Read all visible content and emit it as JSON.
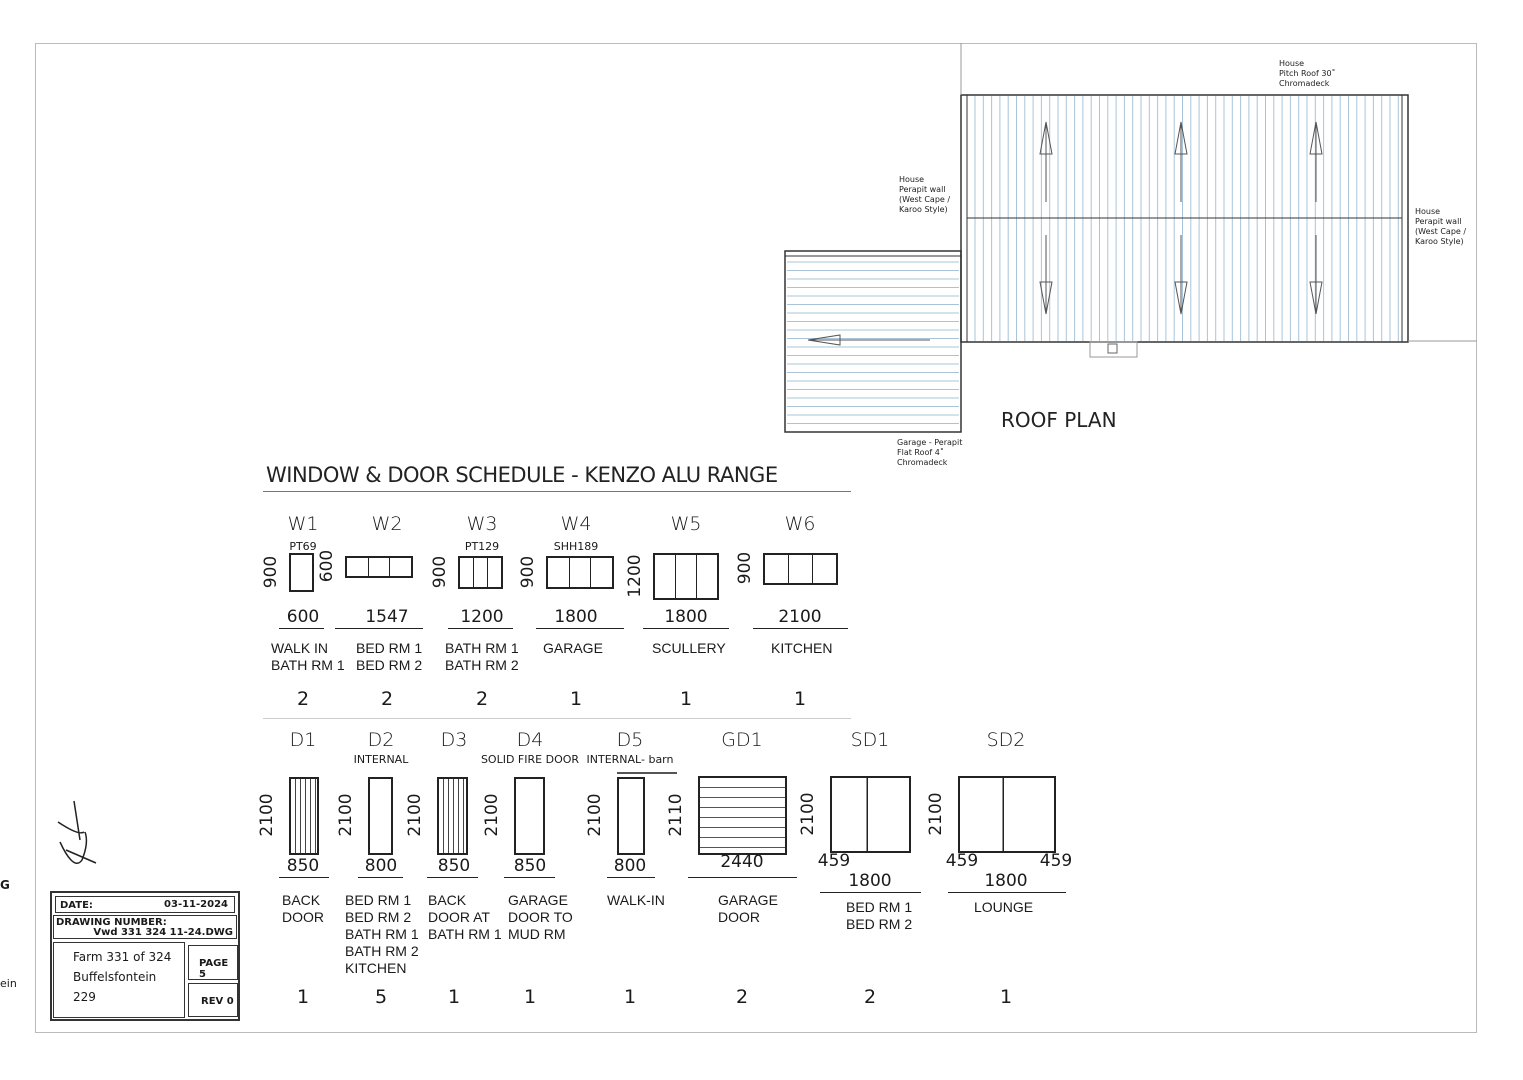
{
  "roof_plan": {
    "title": "ROOF PLAN",
    "notes": {
      "house_pitch": "House\nPitch Roof 30˚\nChromadeck",
      "parapet_left": "House\nPerapit wall\n(West Cape /\nKaroo Style)",
      "parapet_right": "House\nPerapit wall\n(West Cape /\nKaroo Style)",
      "garage": "Garage - Perapit\nFlat Roof 4˚\nChromadeck"
    }
  },
  "schedule": {
    "title": "WINDOW & DOOR SCHEDULE - KENZO ALU RANGE",
    "windows": [
      {
        "code": "W1",
        "sub": "PT69",
        "height": "900",
        "width": "600",
        "rooms": "WALK IN\nBATH RM 1",
        "qty": "2"
      },
      {
        "code": "W2",
        "sub": "",
        "height": "600",
        "width": "1547",
        "rooms": "BED RM 1\nBED RM 2",
        "qty": "2"
      },
      {
        "code": "W3",
        "sub": "PT129",
        "height": "900",
        "width": "1200",
        "rooms": "BATH RM 1\nBATH RM 2",
        "qty": "2"
      },
      {
        "code": "W4",
        "sub": "SHH189",
        "height": "900",
        "width": "1800",
        "rooms": "GARAGE",
        "qty": "1"
      },
      {
        "code": "W5",
        "sub": "",
        "height": "1200",
        "width": "1800",
        "rooms": "SCULLERY",
        "qty": "1"
      },
      {
        "code": "W6",
        "sub": "",
        "height": "900",
        "width": "2100",
        "rooms": "KITCHEN",
        "qty": "1"
      }
    ],
    "doors": [
      {
        "code": "D1",
        "sub": "",
        "height": "2100",
        "width": "850",
        "rooms": "BACK\nDOOR",
        "qty": "1"
      },
      {
        "code": "D2",
        "sub": "INTERNAL",
        "height": "2100",
        "width": "800",
        "rooms": "BED RM 1\nBED RM 2\nBATH RM 1\nBATH RM 2\nKITCHEN",
        "qty": "5"
      },
      {
        "code": "D3",
        "sub": "",
        "height": "2100",
        "width": "850",
        "rooms": "BACK\nDOOR AT\nBATH RM 1",
        "qty": "1"
      },
      {
        "code": "D4",
        "sub": "SOLID FIRE DOOR",
        "height": "2100",
        "width": "850",
        "rooms": "GARAGE\nDOOR TO\nMUD RM",
        "qty": "1"
      },
      {
        "code": "D5",
        "sub": "INTERNAL- barn",
        "height": "2100",
        "width": "800",
        "rooms": "WALK-IN",
        "qty": "1"
      },
      {
        "code": "GD1",
        "sub": "",
        "height": "2110",
        "width": "2440",
        "rooms": "GARAGE\nDOOR",
        "qty": "2"
      },
      {
        "code": "SD1",
        "sub": "",
        "height": "2100",
        "width": "1800",
        "side": "459",
        "side2": "",
        "rooms": "BED RM 1\nBED RM 2",
        "qty": "2"
      },
      {
        "code": "SD2",
        "sub": "",
        "height": "2100",
        "width": "1800",
        "side": "459",
        "side2": "459",
        "rooms": "LOUNGE",
        "qty": "1"
      }
    ]
  },
  "title_block": {
    "date_label": "DATE:",
    "date": "03-11-2024",
    "drawing_number_label": "DRAWING NUMBER:",
    "drawing_number": "Vwd 331 324  11-24.DWG",
    "address": "Farm 331 of 324\nBuffelsfontein\n229",
    "page": "PAGE 5",
    "rev": "REV 0"
  },
  "edge_fragments": {
    "top": "G",
    "bottom": "ein"
  }
}
